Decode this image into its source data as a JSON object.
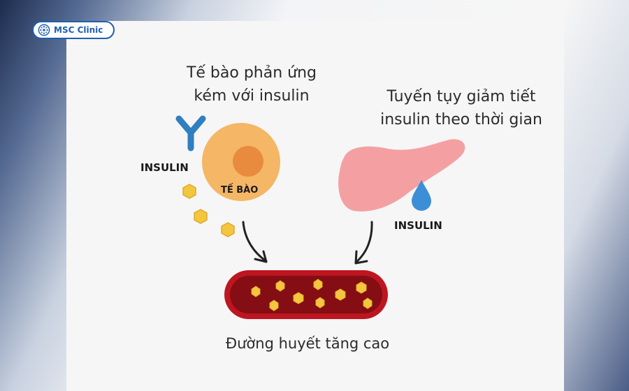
{
  "logo": {
    "text": "MSC Clinic"
  },
  "left_caption": {
    "line1": "Tế bào phản ứng",
    "line2": "kém với insulin"
  },
  "right_caption": {
    "line1": "Tuyến tụy giảm tiết",
    "line2": "insulin theo thời gian"
  },
  "labels": {
    "insulin_left": "INSULIN",
    "cell": "TẾ BÀO",
    "insulin_right": "INSULIN"
  },
  "bottom_caption": "Đường huyết tăng cao",
  "colors": {
    "cell_outer": "#f5b665",
    "cell_nucleus": "#e88b3f",
    "receptor": "#2f7fc1",
    "glucose": "#f2c63e",
    "pancreas": "#f4a0a3",
    "drop": "#3c8fd6",
    "vessel_outer": "#bd1620",
    "vessel_inner": "#850d14",
    "brand": "#1e5fb0"
  }
}
